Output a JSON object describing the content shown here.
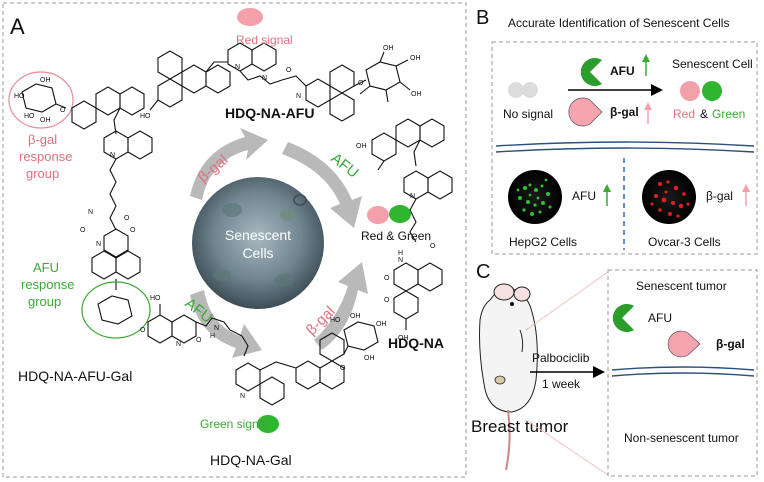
{
  "colors": {
    "red_signal": "#f4a0aa",
    "green_signal": "#2fb52f",
    "green_text": "#3aa935",
    "red_text": "#e07080",
    "pacman_green": "#2b9d2b",
    "pacman_pink": "#f6a5b0",
    "membrane": "#2b4f7e",
    "dashed_border": "#9a9a9a"
  },
  "panelA": {
    "label": "A",
    "red_signal_label": "Red signal",
    "hdq_na_afu": "HDQ-NA-AFU",
    "beta_gal_group": [
      "β-gal",
      "response",
      "group"
    ],
    "afu_group": [
      "AFU",
      "response",
      "group"
    ],
    "hdq_na_afu_gal": "HDQ-NA-AFU-Gal",
    "arrow_beta_gal_top": "β-gal",
    "arrow_afu_top": "AFU",
    "arrow_afu_bottom": "AFU",
    "arrow_beta_gal_bottom": "β-gal",
    "senescent_cells": [
      "Senescent",
      "Cells"
    ],
    "red_and_green": "Red & Green",
    "hdq_na": "HDQ-NA",
    "green_signal_label": "Green signal",
    "hdq_na_gal": "HDQ-NA-Gal",
    "oh": "OH",
    "ho": "HO",
    "o": "O",
    "n": "N",
    "nplus": "N",
    "h": "H"
  },
  "panelB": {
    "label": "B",
    "title": "Accurate Identification of Senescent Cells",
    "afu": "AFU",
    "beta_gal": "β-gal",
    "senescent_cell": "Senescent Cell",
    "no_signal": "No signal",
    "red": "Red",
    "amp": "&",
    "green": "Green",
    "afu_cell": "AFU",
    "beta_gal_cell": "β-gal",
    "hepg2": "HepG2 Cells",
    "ovcar3": "Ovcar-3 Cells"
  },
  "panelC": {
    "label": "C",
    "senescent_tumor": "Senescent tumor",
    "afu": "AFU",
    "beta_gal": "β-gal",
    "palbociclib": "Palbociclib",
    "one_week": "1 week",
    "breast_tumor": "Breast tumor",
    "non_senescent_tumor": "Non-senescent tumor"
  }
}
